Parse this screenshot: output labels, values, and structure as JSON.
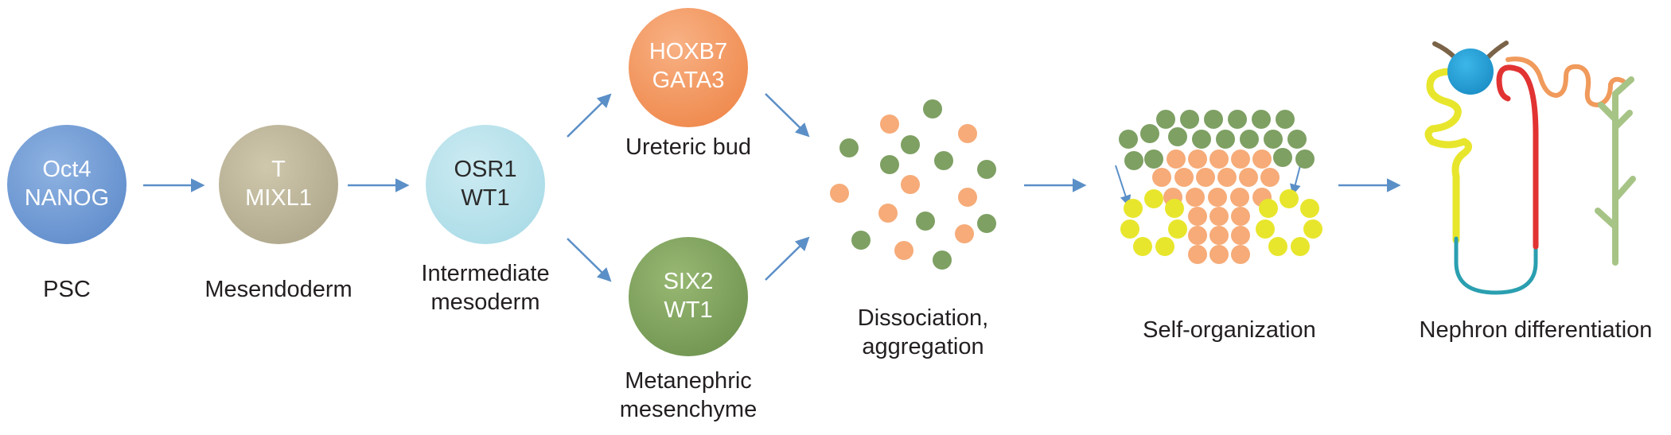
{
  "colors": {
    "arrow": "#5b8fc7",
    "psc": "#6d97d2",
    "mesendoderm": "#bcb496",
    "intermediate": "#b5e1eb",
    "ureteric": "#f3955a",
    "metanephric": "#7fa25a",
    "green_cell": "#7ea063",
    "orange_cell": "#f6ab78",
    "yellow_cell": "#e8e62c",
    "nephron_red": "#e23333",
    "nephron_blue": "#1e9fd4",
    "nephron_teal": "#2a9fb0",
    "duct_green": "#a7c487",
    "cap_brown": "#7a6348"
  },
  "stages": {
    "psc": {
      "markers": [
        "Oct4",
        "NANOG"
      ],
      "label": "PSC"
    },
    "mesendoderm": {
      "markers": [
        "T",
        "MIXL1"
      ],
      "label": "Mesendoderm"
    },
    "intermediate": {
      "markers": [
        "OSR1",
        "WT1"
      ],
      "label_lines": [
        "Intermediate",
        "mesoderm"
      ]
    },
    "ureteric": {
      "markers": [
        "HOXB7",
        "GATA3"
      ],
      "label": "Ureteric bud"
    },
    "metanephric": {
      "markers": [
        "SIX2",
        "WT1"
      ],
      "label_lines": [
        "Metanephric",
        "mesenchyme"
      ]
    },
    "aggregation": {
      "label_lines": [
        "Dissociation,",
        "aggregation"
      ]
    },
    "self_org": {
      "label": "Self-organization"
    },
    "nephron": {
      "label": "Nephron differentiation"
    }
  },
  "icons": [
    "arrow-icon",
    "cell-icon",
    "nephron-icon",
    "collecting-duct-icon"
  ]
}
